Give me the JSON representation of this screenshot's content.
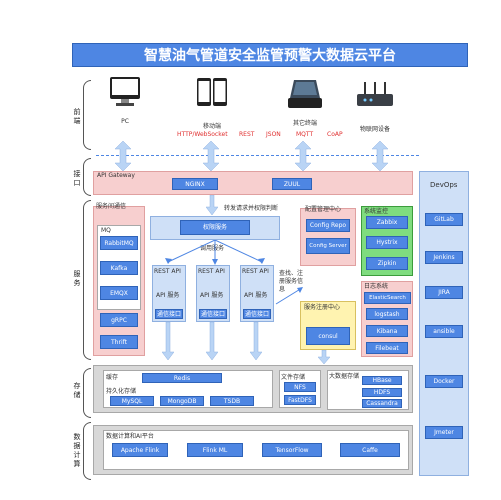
{
  "title": "智慧油气管道安全监管预警大数据云平台",
  "sides": {
    "front": "前端",
    "interface": "接口",
    "service": "服务",
    "storage": "存储",
    "compute": "数据计算"
  },
  "devices": {
    "pc": "PC",
    "mobile": "移动端",
    "other": "其它终端",
    "iot": "物联网设备"
  },
  "protocols": [
    "HTTP/WebSocket",
    "REST",
    "JSON",
    "MQTT",
    "CoAP"
  ],
  "gateway": {
    "label": "API Gateway",
    "nginx": "NGINX",
    "zuul": "ZUUL"
  },
  "forward_text": "转发请求并权限判断",
  "svc": {
    "label": "服务间通信",
    "mq": "MQ",
    "mq_items": [
      "RabbitMQ",
      "Kafka",
      "EMQX"
    ],
    "grpc": "gRPC",
    "thrift": "Thrift",
    "auth": "权限服务",
    "call_text": "调用服务",
    "rest": "REST API",
    "api_svc": "API 服务",
    "comm": "通信接口",
    "discover_text": "查找、注册服务信息",
    "config_center": "配置管理中心",
    "config_repo": "Config Repo",
    "config_server": "Config Server",
    "registry": "服务注册中心",
    "consul": "consul",
    "monitor": "系统监控",
    "monitor_items": [
      "Zabbix",
      "Hystrix",
      "Zipkin"
    ],
    "log": "日志系统",
    "log_items": [
      "ElasticSearch",
      "logstash",
      "Kibana",
      "Filebeat"
    ]
  },
  "storage": {
    "cache": "缓存",
    "redis": "Redis",
    "persist": "持久化存储",
    "persist_items": [
      "MySQL",
      "MongoDB",
      "TSDB"
    ],
    "file": "文件存储",
    "file_items": [
      "NFS",
      "FastDFS"
    ],
    "bigdata": "大数据存储",
    "bigdata_items": [
      "HBase",
      "HDFS",
      "Cassandra"
    ]
  },
  "compute": {
    "label": "数据计算和AI平台",
    "items": [
      "Apache Flink",
      "Flink ML",
      "TensorFlow",
      "Caffe"
    ]
  },
  "devops": {
    "label": "DevOps",
    "items": [
      "GitLab",
      "Jenkins",
      "JIRA",
      "ansible",
      "Docker",
      "Jmeter"
    ]
  }
}
